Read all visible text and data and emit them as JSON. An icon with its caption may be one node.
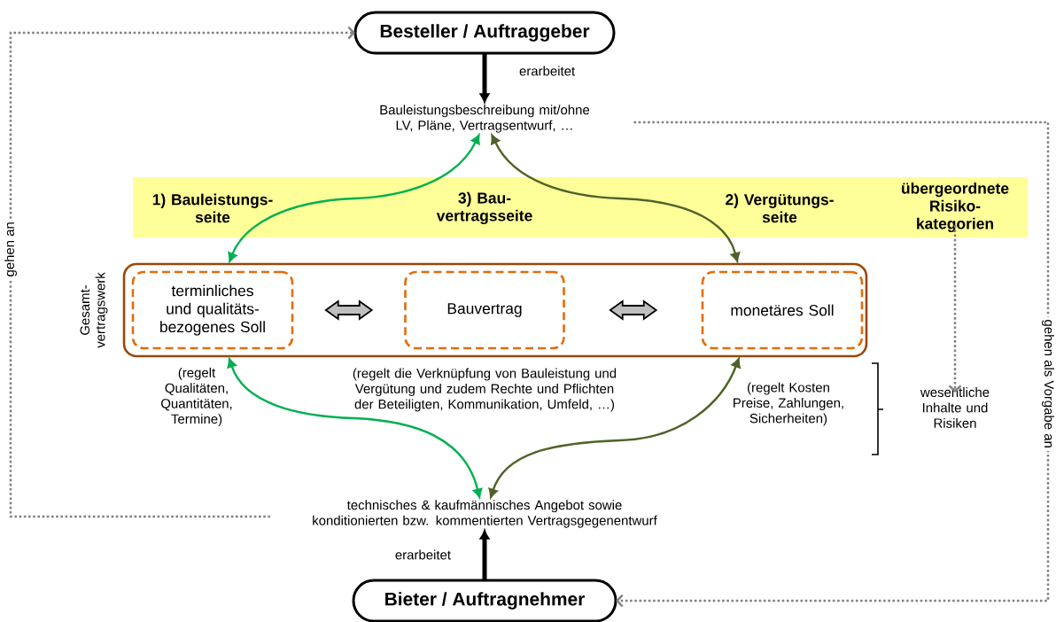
{
  "diagram": {
    "nodes": [
      {
        "text": [
          "Besteller / Auftraggeber"
        ]
      },
      {
        "text": [
          "Bauleistungsbeschreibung mit/ohne LV, Pläne, Vertragsentwurf, …"
        ]
      },
      {
        "text": [
          "1) Bauleistungs- seite",
          "3) Bau- vertragsseite",
          "2) Vergütungs- seite"
        ]
      },
      {
        "text": [
          "übergeordnete Risiko- kategorien"
        ],
        "in": 2
      },
      {
        "text": [
          "Gesamt- vertragswerk"
        ]
      },
      {
        "text": [
          "terminliches und qualitäts- bezogenes Soll"
        ],
        "in": 4
      },
      {
        "text": [
          "Bauvertrag"
        ],
        "in": 4
      },
      {
        "text": [
          "monetäres Soll"
        ],
        "in": 4
      },
      {
        "text": [
          "technisches & kaufmännisches Angebot sowie konditionierten bzw. kommentierten Vertragsgegenentwurf"
        ]
      },
      {
        "text": [
          "Bieter / Auftragnehmer"
        ]
      },
      {
        "text": [
          "wesentliche Inhalte und Risiken"
        ]
      }
    ],
    "edges": [
      {
        "from": 0,
        "to": 1,
        "arrow": "to",
        "label": "erarbeitet",
        "style": "thick",
        "color": "#000000"
      },
      {
        "from": 9,
        "to": 8,
        "arrow": "to",
        "label": "erarbeitet",
        "style": "thick",
        "color": "#000000"
      },
      {
        "from": 1,
        "to": 5,
        "arrow": "both",
        "color": "#00b050"
      },
      {
        "from": 1,
        "to": 7,
        "arrow": "both",
        "color": "#4f6228"
      },
      {
        "from": 5,
        "to": 8,
        "arrow": "both",
        "color": "#00b050"
      },
      {
        "from": 7,
        "to": 8,
        "arrow": "both",
        "color": "#4f6228"
      },
      {
        "from": 5,
        "to": 6,
        "arrow": "both",
        "color": "#bfbfbf"
      },
      {
        "from": 6,
        "to": 7,
        "arrow": "both",
        "color": "#bfbfbf"
      },
      {
        "from": 8,
        "to": 0,
        "arrow": "to",
        "label": "gehen an",
        "style": "dashed",
        "color": "#808080"
      },
      {
        "from": 1,
        "to": 9,
        "arrow": "to",
        "label": "gehen als Vorgabe an",
        "style": "dashed",
        "color": "#808080"
      },
      {
        "from": 3,
        "to": 10,
        "arrow": "to",
        "style": "dashed",
        "color": "#808080"
      }
    ],
    "labels": [
      "(regelt die Verknüpfung von Bauleistung und Vergütung und zudem Rechte und Pflichten der Beteiligten, Kommunikation, Umfeld, …)",
      "(regelt Qualitäten, Quantitäten, Termine)",
      "(regelt Kosten Preise, Zahlungen, Sicherheiten)"
    ]
  }
}
